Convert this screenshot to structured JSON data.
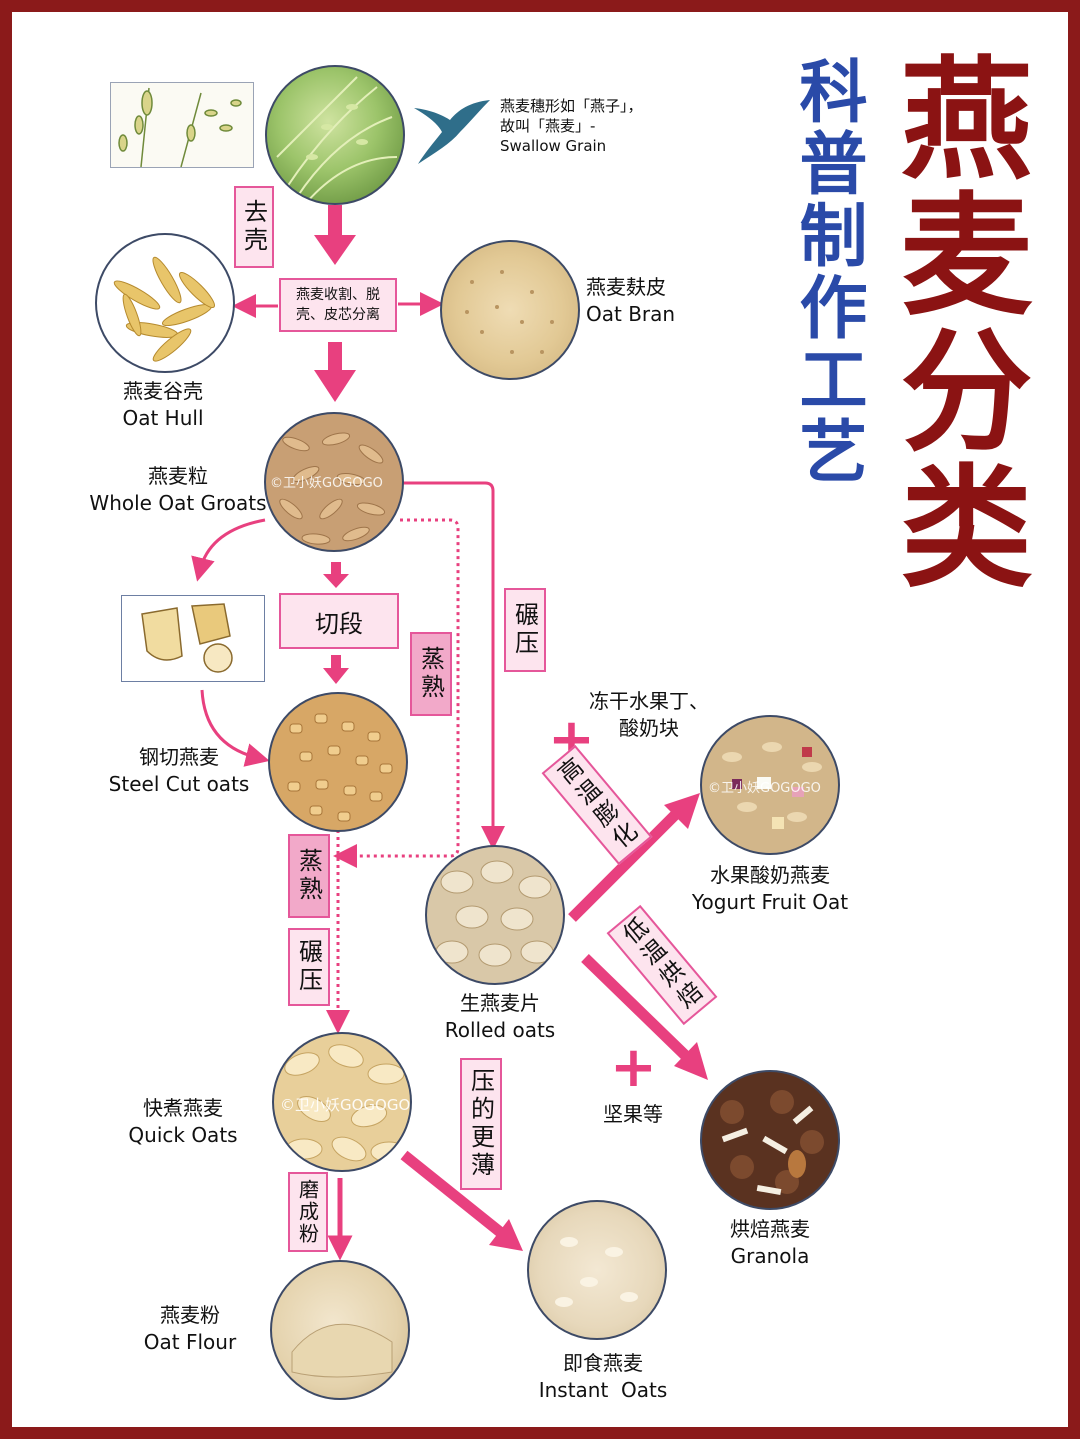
{
  "title": "燕麦分类",
  "subtitle": "科普制作工艺",
  "intro": {
    "line1": "燕麦穗形如「燕子」，",
    "line2": "故叫「燕麦」-",
    "line3": "Swallow Grain"
  },
  "nodes": {
    "oat_hull": {
      "zh": "燕麦谷壳",
      "en": "Oat Hull"
    },
    "oat_bran": {
      "zh": "燕麦麸皮",
      "en": "Oat Bran"
    },
    "whole_groats": {
      "zh": "燕麦粒",
      "en": "Whole Oat Groats"
    },
    "steel_cut": {
      "zh": "钢切燕麦",
      "en": "Steel Cut oats"
    },
    "rolled_oats": {
      "zh": "生燕麦片",
      "en": "Rolled oats"
    },
    "yogurt_fruit_oat": {
      "zh": "水果酸奶燕麦",
      "en": "Yogurt Fruit Oat"
    },
    "granola": {
      "zh": "烘焙燕麦",
      "en": "Granola"
    },
    "quick_oats": {
      "zh": "快煮燕麦",
      "en": "Quick Oats"
    },
    "oat_flour": {
      "zh": "燕麦粉",
      "en": "Oat Flour"
    },
    "instant_oats": {
      "zh": "即食燕麦",
      "en": "Instant  Oats"
    }
  },
  "steps": {
    "dehull": "去壳",
    "harvest_line1": "燕麦收割、脱",
    "harvest_line2": "壳、皮芯分离",
    "cut": "切段",
    "steam1": "蒸熟",
    "roll1": "碾压",
    "steam2": "蒸熟",
    "roll2": "碾压",
    "puff": "高温膨化",
    "bake": "低温烘焙",
    "thinner": "压的更薄",
    "grind": "磨成粉"
  },
  "additions": {
    "fruit_line1": "冻干水果丁、",
    "fruit_line2": "酸奶块",
    "nuts": "坚果等",
    "plus": "+"
  },
  "watermark": "©卫小妖GOGOGO",
  "colors": {
    "border": "#8b1a1a",
    "title": "#8b1313",
    "subtitle": "#2a4aa8",
    "arrow": "#e8407f",
    "box_fill": "#fde4ee",
    "box_border": "#e5579a"
  }
}
